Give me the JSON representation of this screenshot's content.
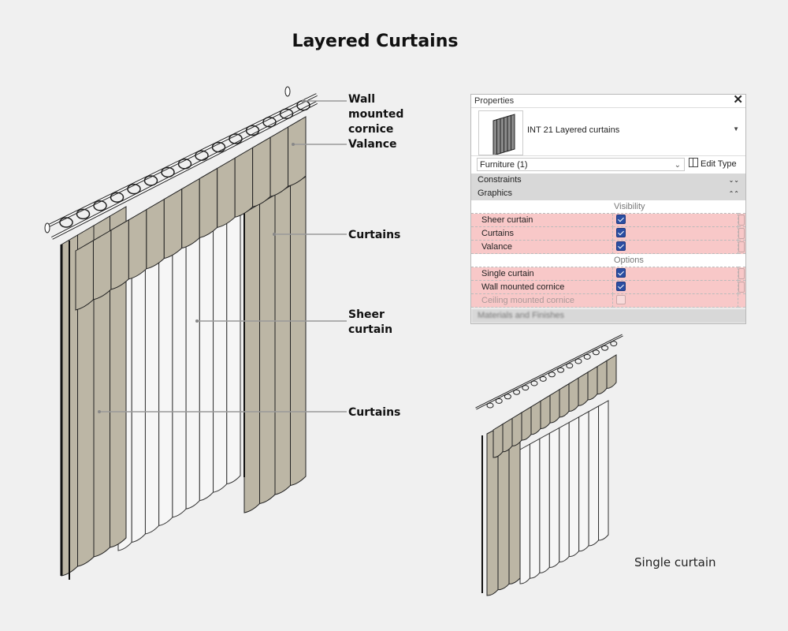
{
  "title": "Layered Curtains",
  "callouts": {
    "wall_cornice": "Wall\nmounted\ncornice",
    "valance": "Valance",
    "curtains_top": "Curtains",
    "sheer": "Sheer\ncurtain",
    "curtains_bottom": "Curtains"
  },
  "caption_single": "Single curtain",
  "properties": {
    "header": "Properties",
    "close_icon": "✕",
    "type_name": "INT 21 Layered curtains",
    "filter": "Furniture (1)",
    "edit_type": "Edit Type",
    "sections": {
      "constraints": "Constraints",
      "graphics": "Graphics",
      "materials": "Materials and Finishes"
    },
    "groups": {
      "visibility": "Visibility",
      "options": "Options"
    },
    "visibility_rows": [
      {
        "label": "Sheer curtain",
        "checked": true
      },
      {
        "label": "Curtains",
        "checked": true
      },
      {
        "label": "Valance",
        "checked": true
      }
    ],
    "option_rows": [
      {
        "label": "Single curtain",
        "checked": true
      },
      {
        "label": "Wall mounted cornice",
        "checked": true
      },
      {
        "label": "Ceiling mounted cornice",
        "checked": false
      }
    ]
  },
  "colors": {
    "fabric": "#bcb6a5",
    "sheer": "#f6f6f6",
    "highlight": "#f8c8c8",
    "checkbox": "#2b4ea2"
  }
}
